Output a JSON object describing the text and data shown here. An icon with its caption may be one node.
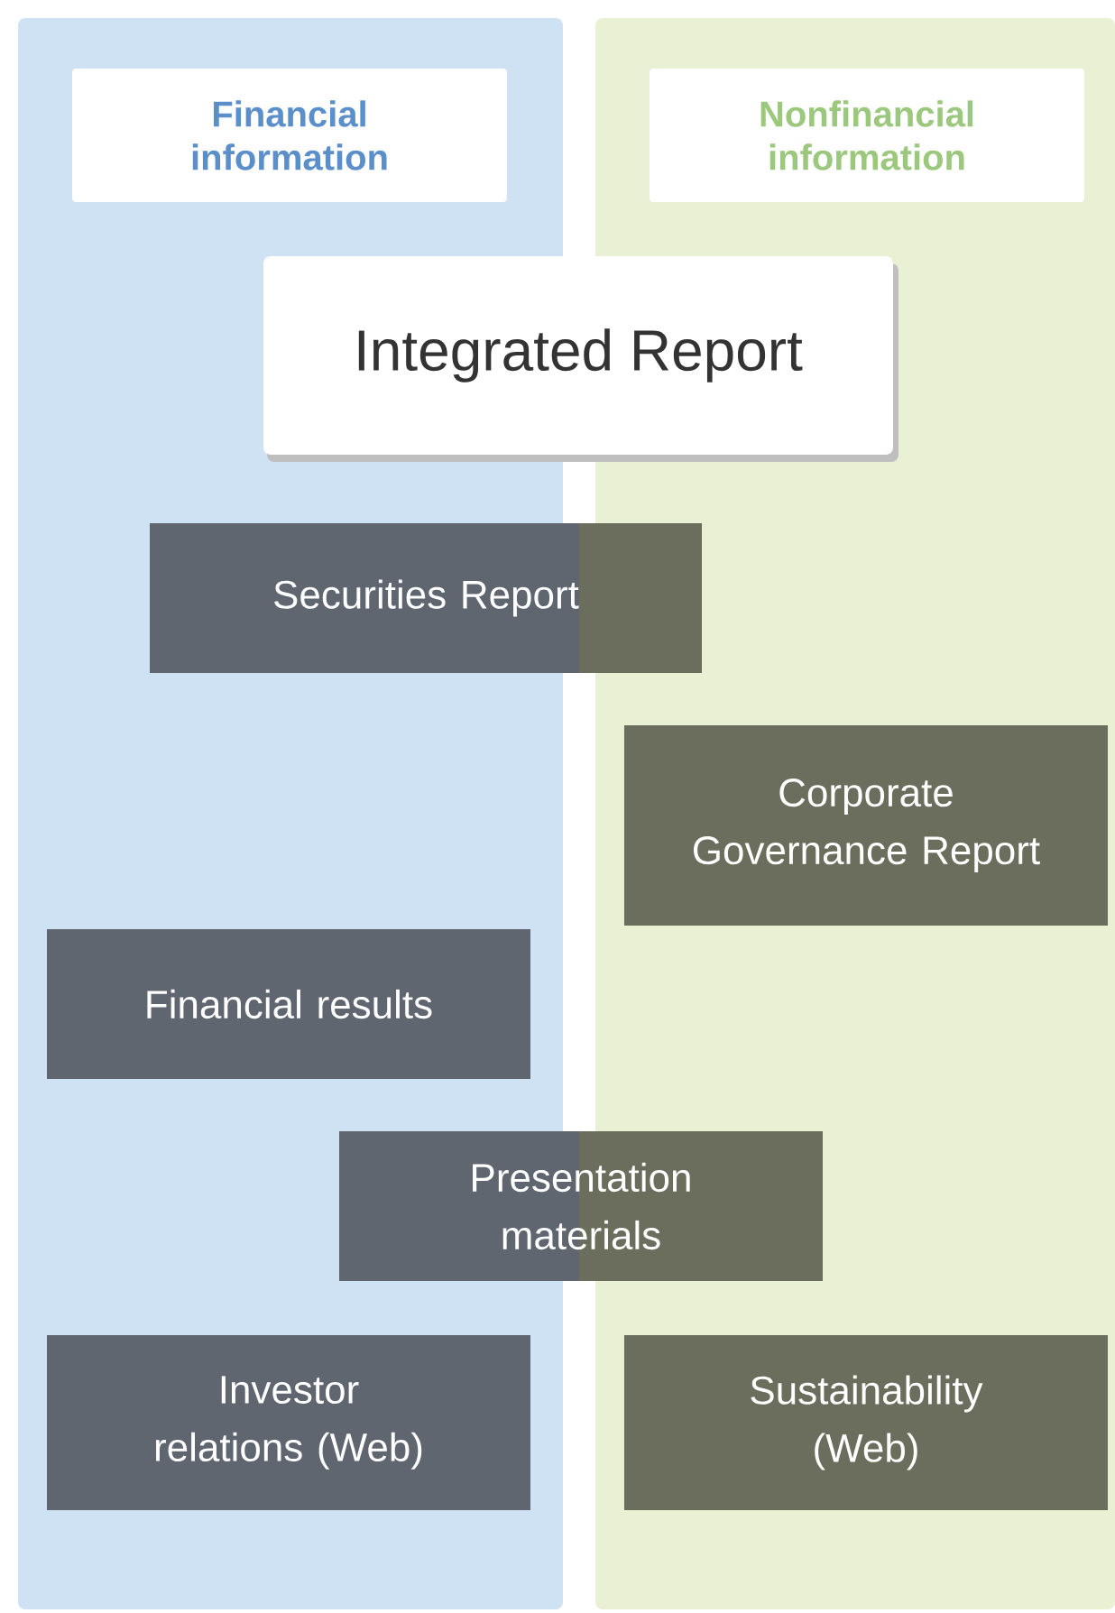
{
  "diagram": {
    "nodes": [
      {
        "text": [],
        "shape": "band"
      },
      {
        "text": [],
        "shape": "band"
      },
      {
        "text": [
          "Financial information"
        ],
        "in": 0
      },
      {
        "text": [
          "Nonfinancial information"
        ],
        "in": 1
      },
      {
        "text": [
          "Integrated Report"
        ]
      },
      {
        "text": [
          "Securities Report"
        ]
      },
      {
        "text": [
          "Corporate Governance Report"
        ],
        "in": 1
      },
      {
        "text": [
          "Financial results"
        ],
        "in": 0
      },
      {
        "text": [
          "Presentation materials"
        ]
      },
      {
        "text": [
          "Investor relations (Web)"
        ],
        "in": 0
      },
      {
        "text": [
          "Sustainability (Web)"
        ],
        "in": 1
      }
    ]
  }
}
